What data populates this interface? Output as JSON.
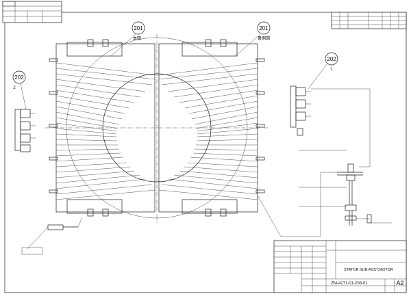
{
  "balloons": [
    {
      "key": "b201_front",
      "number": "201",
      "caption": "本図"
    },
    {
      "key": "b201_back",
      "number": "201",
      "caption": "裏側図"
    },
    {
      "key": "b202_right",
      "number": "202",
      "caption": "1"
    },
    {
      "key": "b202_left",
      "number": "202",
      "caption": "2"
    }
  ],
  "title_block": {
    "drawing_number": "ZM-4171-01-208-01",
    "title_line2": "STATOR SUB-ASSY,MOTOR",
    "sheet_size": "A2"
  }
}
